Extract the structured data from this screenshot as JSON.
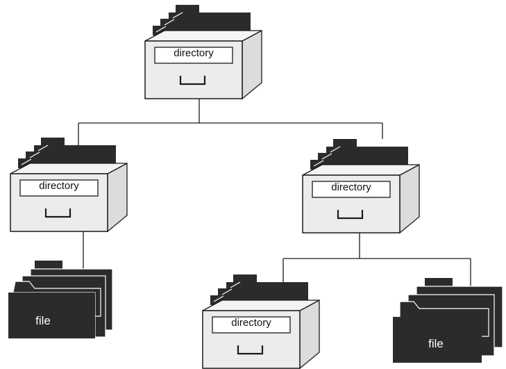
{
  "nodes": {
    "root": {
      "type": "directory",
      "label": "directory"
    },
    "left": {
      "type": "directory",
      "label": "directory"
    },
    "right": {
      "type": "directory",
      "label": "directory"
    },
    "left_child": {
      "type": "file",
      "label": "file"
    },
    "right_left": {
      "type": "directory",
      "label": "directory"
    },
    "right_right": {
      "type": "file",
      "label": "file"
    }
  },
  "edges": [
    [
      "root",
      "left"
    ],
    [
      "root",
      "right"
    ],
    [
      "left",
      "left_child"
    ],
    [
      "right",
      "right_left"
    ],
    [
      "right",
      "right_right"
    ]
  ],
  "icons": {
    "directory": "filing-cabinet-drawer-icon",
    "file": "stacked-folders-icon"
  },
  "colors": {
    "folder_dark": "#2b2b2b",
    "drawer_fill": "#ececec",
    "outline": "#1a1a1a",
    "line": "#1a1a1a"
  }
}
